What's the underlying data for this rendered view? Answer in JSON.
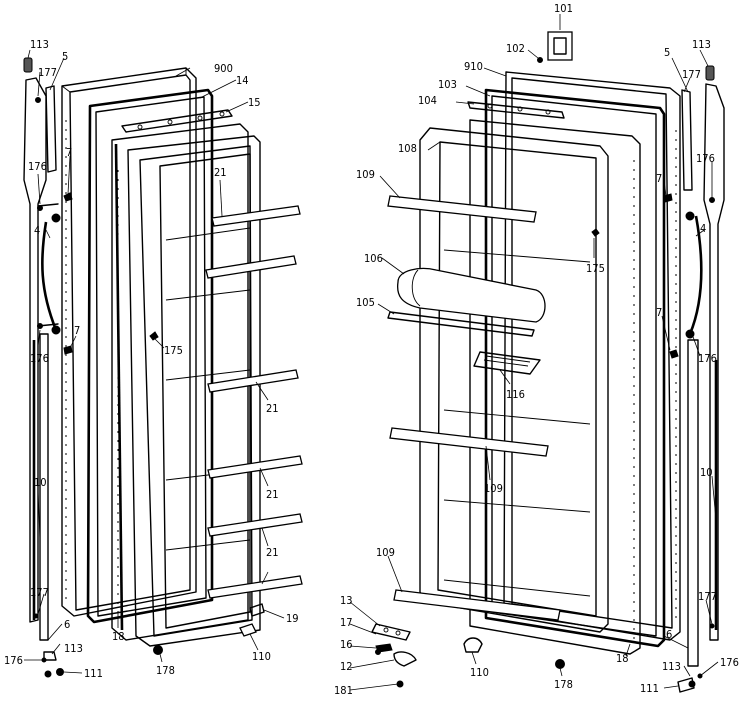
{
  "callouts": {
    "c113_left": "113",
    "c5_left": "5",
    "c177_left_top": "177",
    "c900": "900",
    "c14": "14",
    "c15": "15",
    "c7_left_top": "7",
    "c176_left_top": "176",
    "c4_left": "4",
    "c21_a": "21",
    "c175_left": "175",
    "c176_left_mid": "176",
    "c7_left_mid": "7",
    "c21_b": "21",
    "c21_c": "21",
    "c21_d": "21",
    "c10_left": "10",
    "c177_left_bot": "177",
    "c6_left": "6",
    "c18_left": "18",
    "c19": "19",
    "c113_left_bot": "113",
    "c176_left_bot": "176",
    "c111_left": "111",
    "c110_left": "110",
    "c178_left": "178",
    "c101": "101",
    "c102": "102",
    "c910": "910",
    "c103": "103",
    "c104": "104",
    "c108": "108",
    "c109_a": "109",
    "c106": "106",
    "c105": "105",
    "c116": "116",
    "c109_b": "109",
    "c109_c": "109",
    "c175_right": "175",
    "c113_right": "113",
    "c5_right": "5",
    "c177_right_top": "177",
    "c176_right_top": "176",
    "c7_right_top": "7",
    "c4_right": "4",
    "c7_right_mid": "7",
    "c176_right_mid": "176",
    "c10_right": "10",
    "c177_right_bot": "177",
    "c6_right": "6",
    "c18_right": "18",
    "c113_right_bot": "113",
    "c176_right_bot": "176",
    "c111_right": "111",
    "c13": "13",
    "c17": "17",
    "c16": "16",
    "c12": "12",
    "c181": "181",
    "c110_right": "110",
    "c178_right": "178"
  }
}
